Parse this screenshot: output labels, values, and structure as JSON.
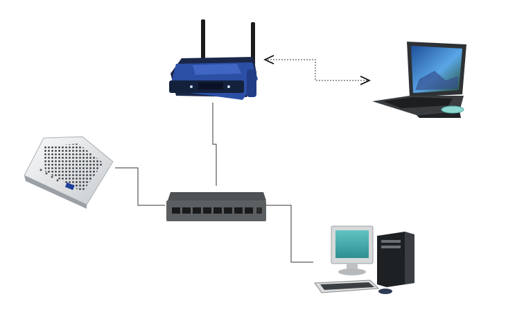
{
  "diagram": {
    "nodes": [
      {
        "id": "router",
        "device": "wireless-router-icon"
      },
      {
        "id": "laptop",
        "device": "laptop-icon"
      },
      {
        "id": "modem",
        "device": "cable-modem-icon"
      },
      {
        "id": "switch",
        "device": "ethernet-switch-icon"
      },
      {
        "id": "desktop",
        "device": "desktop-computer-icon"
      }
    ],
    "links": [
      {
        "from": "router",
        "to": "laptop",
        "type": "wireless",
        "style": "dotted",
        "arrows": "both"
      },
      {
        "from": "router",
        "to": "switch",
        "type": "wired",
        "style": "solid"
      },
      {
        "from": "modem",
        "to": "switch",
        "type": "wired",
        "style": "solid"
      },
      {
        "from": "switch",
        "to": "desktop",
        "type": "wired",
        "style": "solid"
      }
    ],
    "colors": {
      "router_body": "#2c4fa6",
      "router_dark": "#14213d",
      "laptop_body": "#3a3d40",
      "screen_blue": "#3b7fd0",
      "modem_body": "#e7e9ea",
      "switch_body": "#5c5f61",
      "monitor_screen": "#4fb3b4",
      "tower_body": "#1e2124",
      "link_line": "#333333"
    }
  }
}
